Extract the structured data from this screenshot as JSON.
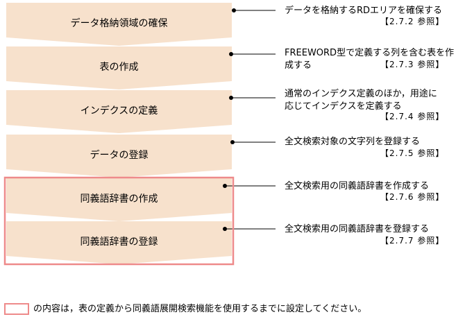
{
  "colors": {
    "step_fill": "#f7e1cc",
    "highlight_border": "#ee8a8a",
    "line": "#000000"
  },
  "steps": [
    {
      "label": "データ格納領域の確保",
      "description": "データを格納するRDエリアを確保する",
      "description2": "",
      "reference": "【2.7.2 参照】"
    },
    {
      "label": "表の作成",
      "description": "FREEWORD型で定義する列を含む表を作",
      "description2": "成する",
      "reference": "【2.7.3 参照】"
    },
    {
      "label": "インデクスの定義",
      "description": "通常のインデクス定義のほか，用途に",
      "description2": "応じてインデクスを定義する",
      "reference": "【2.7.4 参照】"
    },
    {
      "label": "データの登録",
      "description": "全文検索対象の文字列を登録する",
      "description2": "",
      "reference": "【2.7.5 参照】"
    },
    {
      "label": "同義語辞書の作成",
      "description": "全文検索用の同義語辞書を作成する",
      "description2": "",
      "reference": "【2.7.6 参照】"
    },
    {
      "label": "同義語辞書の登録",
      "description": "全文検索用の同義語辞書を登録する",
      "description2": "",
      "reference": "【2.7.7 参照】"
    }
  ],
  "legend": {
    "text": "の内容は，表の定義から同義語展開検索機能を使用するまでに設定してください。"
  }
}
